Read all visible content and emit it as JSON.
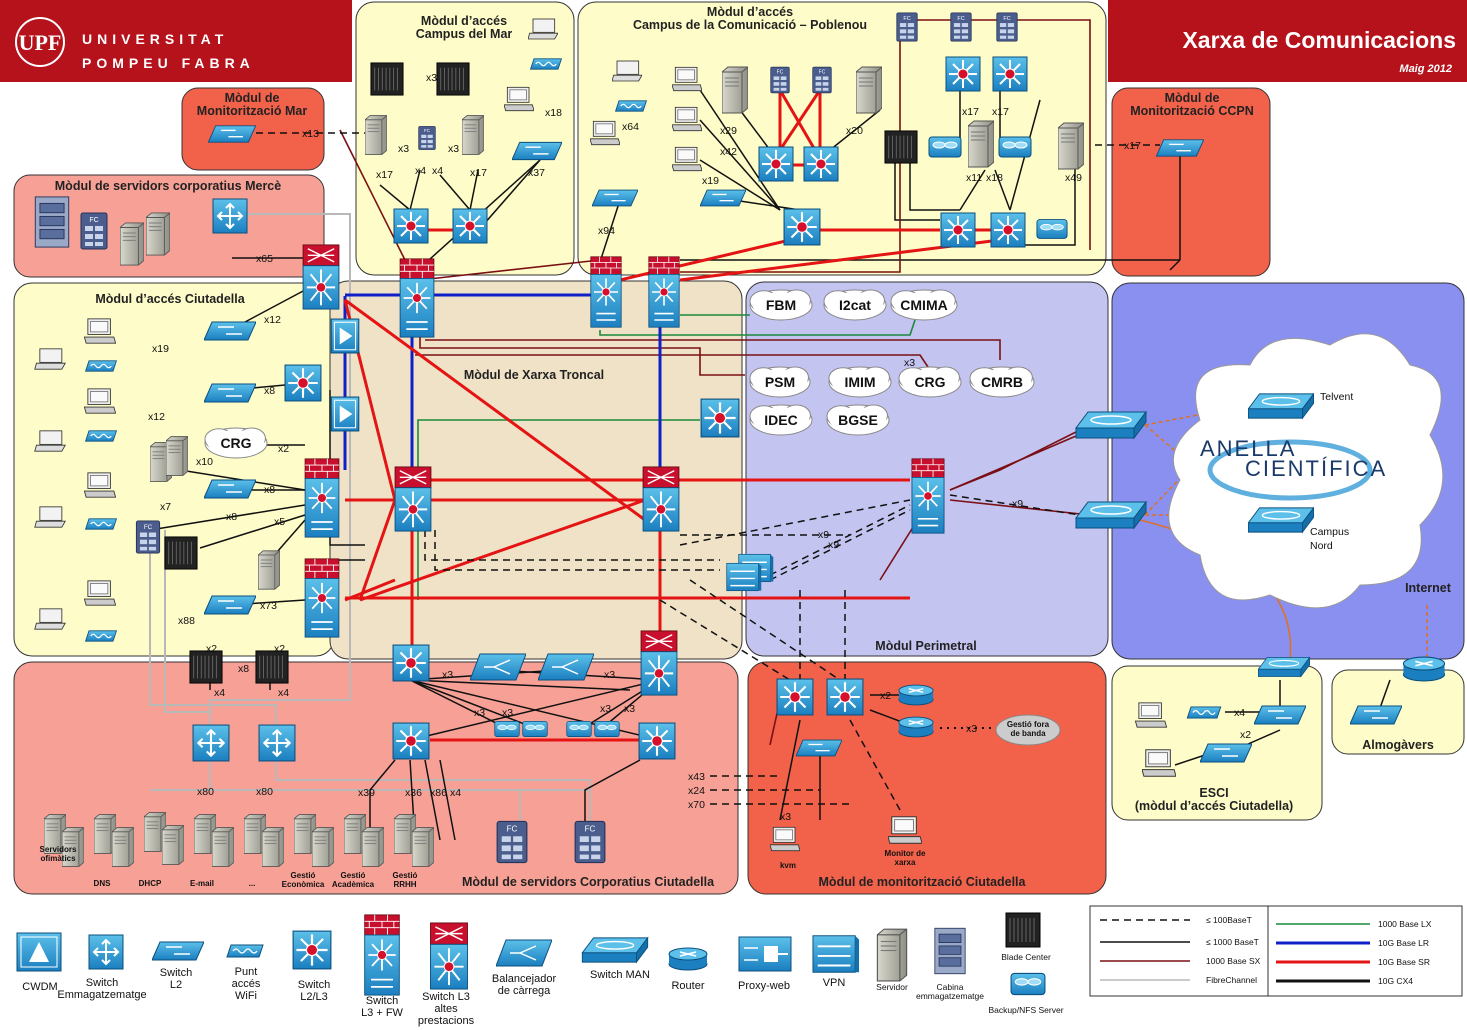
{
  "header": {
    "university_line1": "UNIVERSITAT",
    "university_line2": "POMPEU FABRA",
    "title": "Xarxa de Comunicacions",
    "date": "Maig 2012",
    "logo_text": "UPF",
    "colors": {
      "banner": "#b5121b",
      "banner_dark": "#8e0e14"
    }
  },
  "zones": {
    "campus_mar": "Mòdul d’accés\nCampus del Mar",
    "poblenou": "Mòdul d’accés\nCampus de la Comunicació – Poblenou",
    "monit_mar": "Mòdul de\nMonitorització Mar",
    "monit_ccpn": "Mòdul de\nMonitorització CCPN",
    "servidors_merce": "Mòdul de servidors corporatius Mercè",
    "ciutadella": "Mòdul d’accés Ciutadella",
    "troncal": "Mòdul de Xarxa Troncal",
    "perimetral": "Mòdul Perimetral",
    "servidors_ciutadella": "Mòdul de servidors Corporatius Ciutadella",
    "monit_ciutadella": "Mòdul de monitorització Ciutadella",
    "esci": "ESCI\n(mòdul d’accés Ciutadella)",
    "almogavers": "Almogàvers",
    "internet": "Internet"
  },
  "clouds": {
    "fbm": "FBM",
    "i2cat": "I2cat",
    "cmima": "CMIMA",
    "psm": "PSM",
    "imim": "IMIM",
    "crg": "CRG",
    "cmrb": "CMRB",
    "idec": "IDEC",
    "bgse": "BGSE",
    "crg_left": "CRG",
    "gestio": "Gestió fora\nde banda"
  },
  "anella": {
    "line1": "ANELLA",
    "line2": "CIENTÍFICA",
    "telvent": "Telvent",
    "campus_nord": "Campus\nNord"
  },
  "counts": {
    "x13": "x13",
    "x3": "x3",
    "x4": "x4",
    "x17": "x17",
    "x18": "x18",
    "x37": "x37",
    "x64": "x64",
    "x29": "x29",
    "x42": "x42",
    "x19": "x19",
    "x94": "x94",
    "x20": "x20",
    "x11": "x11",
    "x49": "x49",
    "x65": "x65",
    "x12": "x12",
    "x8": "x8",
    "x10": "x10",
    "x2": "x2",
    "x7": "x7",
    "x5": "x5",
    "x88": "x88",
    "x73": "x73",
    "x9": "x9",
    "x80": "x80",
    "x39": "x39",
    "x36": "x36",
    "x86": "x86",
    "x43": "x43",
    "x24": "x24",
    "x70": "x70"
  },
  "servers": {
    "ofimatics": "Servidors\nofimàtics",
    "dns": "DNS",
    "dhcp": "DHCP",
    "email": "E-mail",
    "dots": "...",
    "economica": "Gestió\nEconòmica",
    "academica": "Gestió\nAcadèmica",
    "rrhh": "Gestió\nRRHH",
    "kvm": "kvm",
    "monitor": "Monitor de\nxarxa"
  },
  "legend_icons": {
    "cwdm": "CWDM",
    "switch_emmag": "Switch\nEmmagatzematge",
    "switch_l2": "Switch\nL2",
    "wifi": "Punt\naccés\nWiFi",
    "switch_l2l3": "Switch\nL2/L3",
    "switch_fw": "Switch\nL3 + FW",
    "switch_altes": "Switch L3\naltes\nprestacions",
    "balancejador": "Balancejador\nde càrrega",
    "switch_man": "Switch MAN",
    "router": "Router",
    "proxy": "Proxy-web",
    "vpn": "VPN",
    "servidor": "Servidor",
    "cabina": "Cabina\nemmagatzematge",
    "blade": "Blade Center",
    "backup": "Backup/NFS Server"
  },
  "legend_lines": {
    "l100": "≤ 100BaseT",
    "l1000t": "≤ 1000 BaseT",
    "l1000sx": "1000 Base SX",
    "fc": "FibreChannel",
    "l1000lx": "1000 Base LX",
    "l10glr": "10G Base LR",
    "l10gsr": "10G Base SR",
    "l10gcx4": "10G CX4"
  },
  "line_colors": {
    "sx": "#7a0f14",
    "lx": "#1a8a3a",
    "lr": "#1020c8",
    "sr": "#e41414",
    "fc": "#b8b8b8",
    "orange": "#e07020"
  }
}
